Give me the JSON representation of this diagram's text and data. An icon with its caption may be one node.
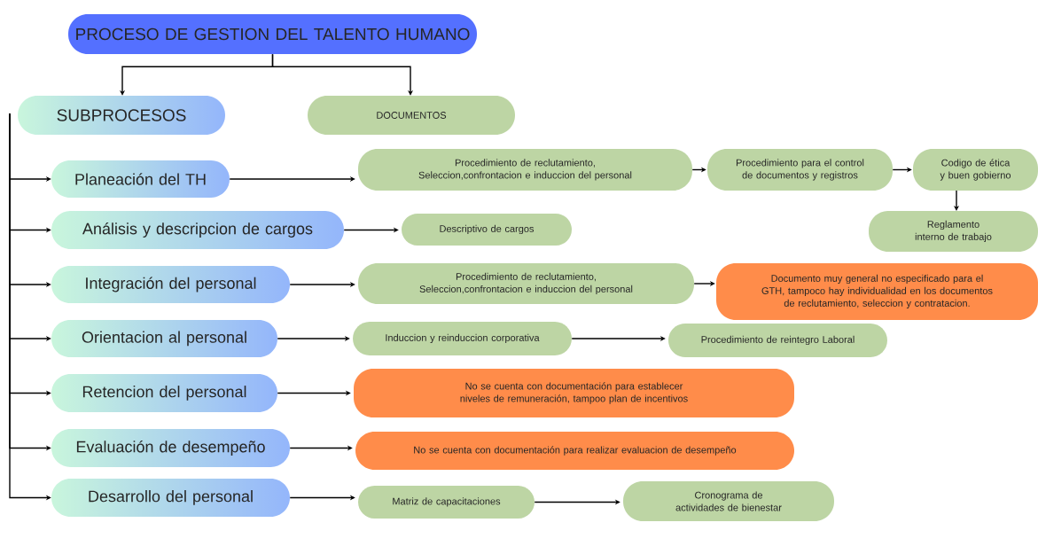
{
  "diagram": {
    "nodes": [
      {
        "text": [
          "PROCESO DE GESTION DEL TALENTO HUMANO"
        ]
      },
      {
        "text": [
          "SUBPROCESOS"
        ]
      },
      {
        "text": [
          "DOCUMENTOS"
        ]
      },
      {
        "text": [
          "Planeación del TH"
        ]
      },
      {
        "text": [
          "Análisis y descripcion de cargos"
        ]
      },
      {
        "text": [
          "Integración del personal"
        ]
      },
      {
        "text": [
          "Orientacion al personal"
        ]
      },
      {
        "text": [
          "Retencion del personal"
        ]
      },
      {
        "text": [
          "Evaluación de desempeño"
        ]
      },
      {
        "text": [
          "Desarrollo del personal"
        ]
      },
      {
        "text": [
          "Procedimiento de reclutamiento, Seleccion,confrontacion e induccion del personal"
        ]
      },
      {
        "text": [
          "Procedimiento para el control de documentos y registros"
        ]
      },
      {
        "text": [
          "Codigo de ética y buen gobierno"
        ]
      },
      {
        "text": [
          "Reglamento interno de trabajo"
        ]
      },
      {
        "text": [
          "Descriptivo de cargos"
        ]
      },
      {
        "text": [
          "Procedimiento de reclutamiento, Seleccion,confrontacion e induccion del personal"
        ]
      },
      {
        "text": [
          "Documento muy general no especificado para el GTH, tampoco hay  individualidad en los documentos de reclutamiento, seleccion y contratacion."
        ]
      },
      {
        "text": [
          "Induccion y reinduccion corporativa"
        ]
      },
      {
        "text": [
          "Procedimiento de reintegro Laboral"
        ]
      },
      {
        "text": [
          "No se cuenta con documentación para establecer niveles de remuneración, tampoo plan  de incentivos"
        ]
      },
      {
        "text": [
          "No se cuenta con documentación para realizar evaluacion de desempeño"
        ]
      },
      {
        "text": [
          "Matriz de capacitaciones"
        ]
      },
      {
        "text": [
          "Cronograma de actividades de bienestar"
        ]
      }
    ],
    "edges": [
      {
        "from": 0,
        "to": 1,
        "arrow": "to"
      },
      {
        "from": 0,
        "to": 2,
        "arrow": "to"
      },
      {
        "from": 1,
        "to": 3,
        "arrow": "to"
      },
      {
        "from": 1,
        "to": 4,
        "arrow": "to"
      },
      {
        "from": 1,
        "to": 5,
        "arrow": "to"
      },
      {
        "from": 1,
        "to": 6,
        "arrow": "to"
      },
      {
        "from": 1,
        "to": 7,
        "arrow": "to"
      },
      {
        "from": 1,
        "to": 8,
        "arrow": "to"
      },
      {
        "from": 1,
        "to": 9,
        "arrow": "to"
      },
      {
        "from": 3,
        "to": 10,
        "arrow": "to"
      },
      {
        "from": 10,
        "to": 11,
        "arrow": "to"
      },
      {
        "from": 11,
        "to": 12,
        "arrow": "to"
      },
      {
        "from": 12,
        "to": 13,
        "arrow": "to"
      },
      {
        "from": 4,
        "to": 14,
        "arrow": "to"
      },
      {
        "from": 5,
        "to": 15,
        "arrow": "to"
      },
      {
        "from": 15,
        "to": 16,
        "arrow": "to"
      },
      {
        "from": 6,
        "to": 17,
        "arrow": "to"
      },
      {
        "from": 17,
        "to": 18,
        "arrow": "to"
      },
      {
        "from": 7,
        "to": 19,
        "arrow": "to"
      },
      {
        "from": 8,
        "to": 20,
        "arrow": "to"
      },
      {
        "from": 9,
        "to": 21,
        "arrow": "to"
      },
      {
        "from": 21,
        "to": 22,
        "arrow": "to"
      }
    ]
  }
}
